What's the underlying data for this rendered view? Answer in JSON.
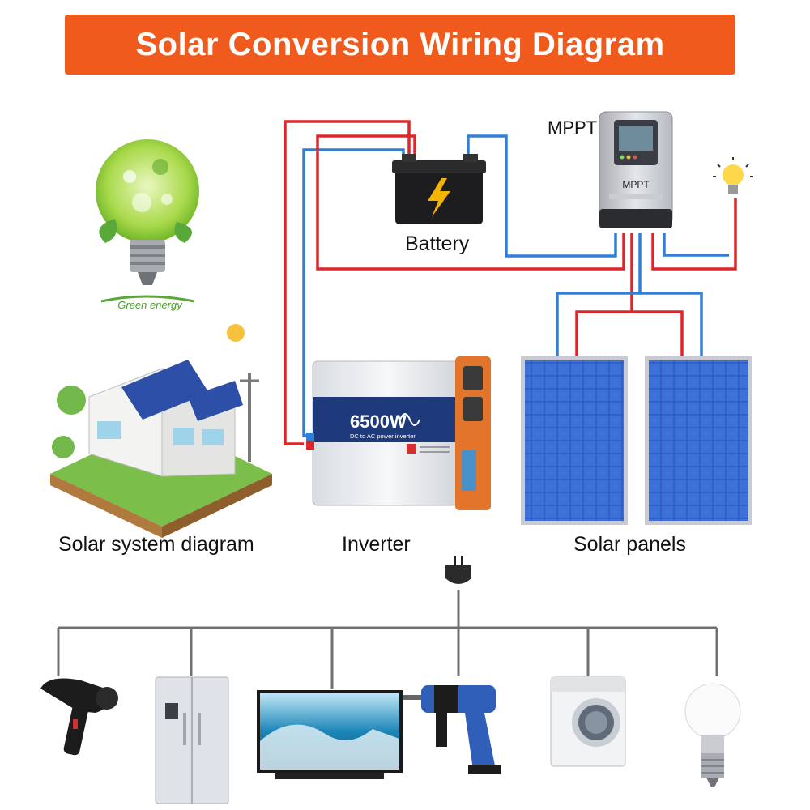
{
  "title": "Solar Conversion Wiring Diagram",
  "labels": {
    "battery": "Battery",
    "mppt": "MPPT",
    "mppt_device": "MPPT",
    "green_energy": "Green energy",
    "solar_system": "Solar system diagram",
    "inverter": "Inverter",
    "solar_panels": "Solar panels",
    "inverter_power": "6500W",
    "inverter_subtitle": "DC to AC power inverter"
  },
  "colors": {
    "title_bg": "#f05a1c",
    "positive_wire": "#e0262a",
    "negative_wire": "#2f7fd6",
    "ac_wire": "#707070",
    "panel_blue": "#2f5fc8"
  },
  "appliances": [
    {
      "name": "hair-dryer",
      "icon": "hair-dryer-icon"
    },
    {
      "name": "refrigerator",
      "icon": "refrigerator-icon"
    },
    {
      "name": "television",
      "icon": "television-icon"
    },
    {
      "name": "power-drill",
      "icon": "drill-icon"
    },
    {
      "name": "washing-machine",
      "icon": "washing-machine-icon"
    },
    {
      "name": "light-bulb",
      "icon": "light-bulb-icon"
    }
  ]
}
